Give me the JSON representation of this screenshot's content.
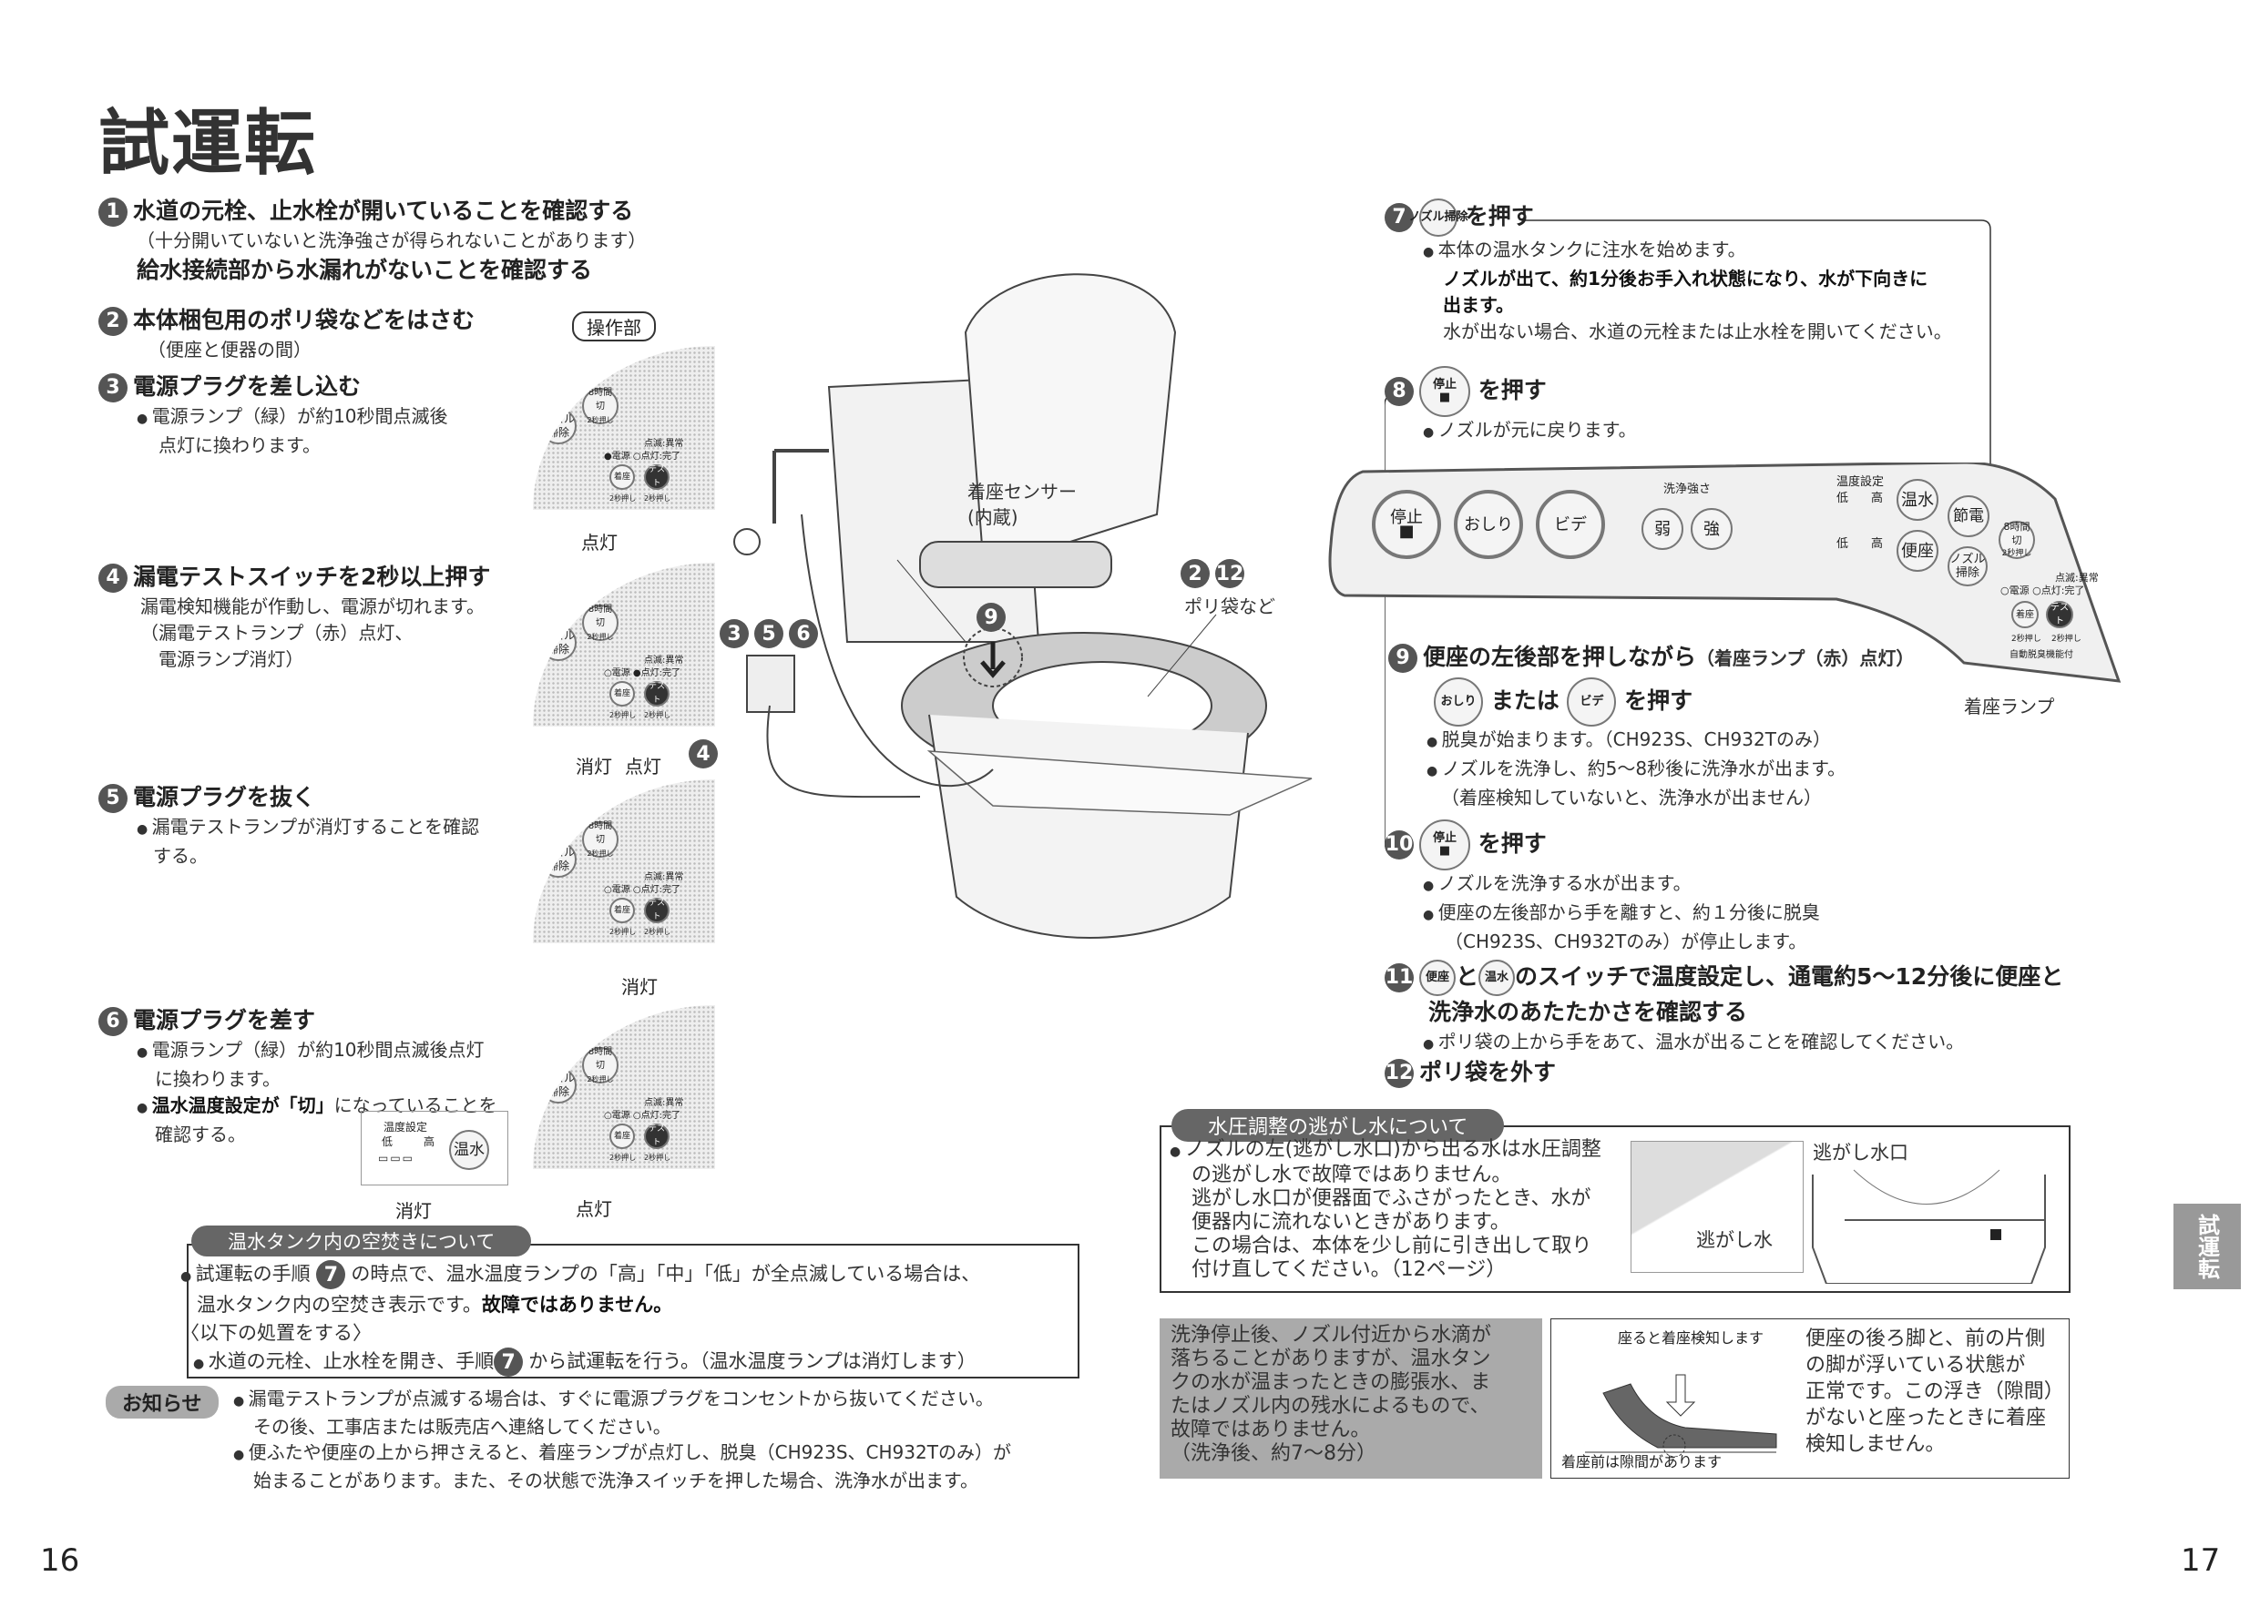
{
  "title": "試運転",
  "steps": {
    "s1": {
      "n": "1",
      "head": "水道の元栓、止水栓が開いていることを確認する",
      "note": "（十分開いていないと洗浄強さが得られないことがあります）",
      "head2": "給水接続部から水漏れがないことを確認する"
    },
    "s2": {
      "n": "2",
      "head": "本体梱包用のポリ袋などをはさむ",
      "note": "（便座と便器の間）"
    },
    "s3": {
      "n": "3",
      "head": "電源プラグを差し込む",
      "l1": "電源ランプ（緑）が約10秒間点滅後",
      "l2": "点灯に換わります。"
    },
    "s4": {
      "n": "4",
      "head": "漏電テストスイッチを2秒以上押す",
      "l1": "漏電検知機能が作動し、電源が切れます。",
      "l2": "（漏電テストランプ（赤）点灯、",
      "l3": "電源ランプ消灯）"
    },
    "s5": {
      "n": "5",
      "head": "電源プラグを抜く",
      "l1": "漏電テストランプが消灯することを確認",
      "l2": "する。"
    },
    "s6": {
      "n": "6",
      "head": "電源プラグを差す",
      "l1": "電源ランプ（緑）が約10秒間点滅後点灯",
      "l2": "に換わります。",
      "l3a": "温水温度設定が「切」",
      "l3b": "になっていることを",
      "l4": "確認する。"
    },
    "s7": {
      "n": "7",
      "btn": "ノズル掃除",
      "head": "を押す",
      "l1": "本体の温水タンクに注水を始めます。",
      "l2": "ノズルが出て、約1分後お手入れ状態になり、水が下向きに",
      "l3": "出ます。",
      "l4": "水が出ない場合、水道の元栓または止水栓を開いてください。"
    },
    "s8": {
      "n": "8",
      "btn": "停止",
      "head": "を押す",
      "l1": "ノズルが元に戻ります。"
    },
    "s9": {
      "n": "9",
      "head": "便座の左後部を押しながら",
      "note": "（着座ランプ（赤）点灯）",
      "btn1": "おしり",
      "or": "または",
      "btn2": "ビデ",
      "push": "を押す",
      "l1": "脱臭が始まります。（CH923S、CH932Tのみ）",
      "l2": "ノズルを洗浄し、約5〜8秒後に洗浄水が出ます。",
      "l3": "（着座検知していないと、洗浄水が出ません）"
    },
    "s10": {
      "n": "10",
      "btn": "停止",
      "head": "を押す",
      "l1": "ノズルを洗浄する水が出ます。",
      "l2": "便座の左後部から手を離すと、約１分後に脱臭",
      "l3": "（CH923S、CH932Tのみ）が停止します。"
    },
    "s11": {
      "n": "11",
      "btn1": "便座",
      "and": "と",
      "btn2": "温水",
      "head": "のスイッチで温度設定し、通電約5〜12分後に便座と",
      "head2": "洗浄水のあたたかさを確認する",
      "l1": "ポリ袋の上から手をあて、温水が出ることを確認してください。"
    },
    "s12": {
      "n": "12",
      "head": "ポリ袋を外す"
    }
  },
  "panel": {
    "caption": "操作部",
    "setsuden": "節電",
    "timer": "8時間切",
    "timer_sub": "2秒押し",
    "nozzle": "ノズル掃除",
    "blink": "点滅:異常",
    "on": "点灯:完了",
    "power": "電源",
    "seat": "着座",
    "test": "テスト",
    "press2": "2秒押し",
    "lamp_on": "点灯",
    "lamp_off": "消灯",
    "temp_set": "温度設定",
    "low": "低",
    "high": "高",
    "onsui": "温水"
  },
  "figure": {
    "sensor": "着座センサー",
    "sensor_sub": "(内蔵)",
    "bag": "ポリ袋など",
    "c356": [
      "3",
      "5",
      "6"
    ],
    "c212": [
      "2",
      "12"
    ],
    "c4": "4",
    "c9": "9"
  },
  "control": {
    "stop": "停止",
    "oshiri": "おしり",
    "bidet": "ビデ",
    "strength": "洗浄強さ",
    "weak": "弱",
    "strong": "強",
    "temp": "温度設定",
    "low": "低",
    "high": "高",
    "onsui": "温水",
    "benza": "便座",
    "setsuden": "節電",
    "nozzle": "ノズル掃除",
    "timer": "8時間切",
    "timer_sub": "2秒押し",
    "blink": "点滅:異常",
    "on": "点灯:完了",
    "power": "電源",
    "seat": "着座",
    "test": "テスト",
    "press2": "2秒押し",
    "auto": "自動脱臭機能付",
    "seat_lamp": "着座ランプ"
  },
  "tankbox": {
    "title": "温水タンク内の空焚きについて",
    "l1a": "試運転の手順",
    "n": "7",
    "l1b": "の時点で、温水温度ランプの「高」「中」「低」が全点滅している場合は、",
    "l2a": "温水タンク内の空焚き表示です。",
    "l2b": "故障ではありません。",
    "l3": "〈以下の処置をする〉",
    "l4a": "水道の元栓、止水栓を開き、手順",
    "l4b": "から試運転を行う。（温水温度ランプは消灯します）"
  },
  "notice": {
    "label": "お知らせ",
    "l1": "漏電テストランプが点滅する場合は、すぐに電源プラグをコンセントから抜いてください。",
    "l2": "その後、工事店または販売店へ連絡してください。",
    "l3": "便ふたや便座の上から押さえると、着座ランプが点灯し、脱臭（CH923S、CH932Tのみ）が",
    "l4": "始まることがあります。また、その状態で洗浄スイッチを押した場合、洗浄水が出ます。"
  },
  "pressure": {
    "title": "水圧調整の逃がし水について",
    "lines": [
      "ノズルの左(逃がし水口)から出る水は水圧調整",
      "の逃がし水で故障ではありません。",
      "逃がし水口が便器面でふさがったとき、水が",
      "便器内に流れないときがあります。",
      "この場合は、本体を少し前に引き出して取り",
      "付け直してください。（12ページ）"
    ],
    "fig1": "逃がし水",
    "fig2": "逃がし水口"
  },
  "drip": {
    "lines": [
      "洗浄停止後、ノズル付近から水滴が",
      "落ちることがありますが、温水タン",
      "クの水が温まったときの膨張水、ま",
      "たはノズル内の残水によるもので、",
      "故障ではありません。",
      "（洗浄後、約7〜8分）"
    ]
  },
  "gap": {
    "top": "座ると着座検知します",
    "bottom": "着座前は隙間があります",
    "lines": [
      "便座の後ろ脚と、前の片側",
      "の脚が浮いている状態が",
      "正常です。この浮き（隙間）",
      "がないと座ったときに着座",
      "検知しません。"
    ]
  },
  "side_tab": "試運転",
  "page_left": "16",
  "page_right": "17"
}
